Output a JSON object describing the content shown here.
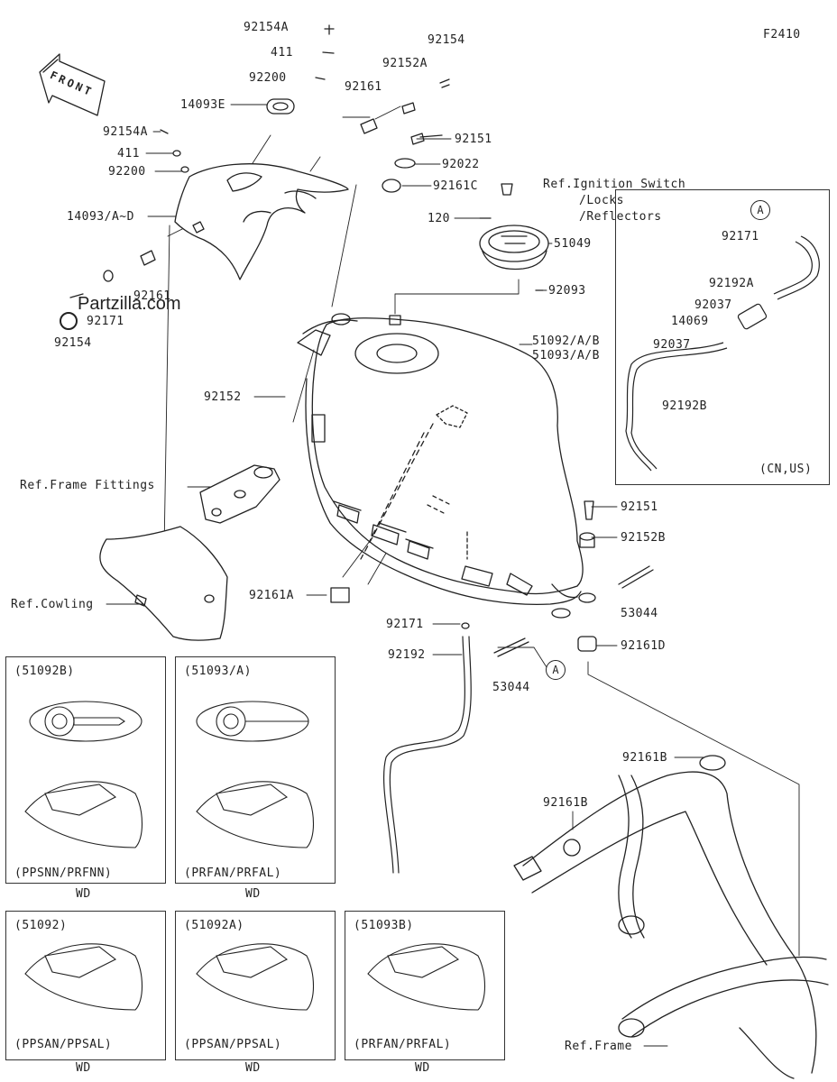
{
  "figure_code": "F2410",
  "front_label": "FRONT",
  "watermark": "Partzilla.com",
  "parts": {
    "p92154A_top": "92154A",
    "p411_top": "411",
    "p92200_top": "92200",
    "p92154": "92154",
    "p92152A": "92152A",
    "p92161_top": "92161",
    "p14093E": "14093E",
    "p92154A_left": "92154A",
    "p411_left": "411",
    "p92200_left": "92200",
    "p14093AD": "14093/A~D",
    "p92161_left": "92161",
    "p92171_left": "92171",
    "p92154_left": "92154",
    "p92151_top": "92151",
    "p92022": "92022",
    "p92161C": "92161C",
    "ref_ignition_1": "Ref.Ignition Switch",
    "ref_ignition_2": "/Locks",
    "ref_ignition_3": "/Reflectors",
    "p120": "120",
    "p51049": "51049",
    "p92093": "92093",
    "p51092AB": "51092/A/B",
    "p51093AB": "51093/A/B",
    "p92152": "92152",
    "ref_frame_fittings": "Ref.Frame Fittings",
    "ref_cowling": "Ref.Cowling",
    "p92161A": "92161A",
    "p92151_mid": "92151",
    "p92152B": "92152B",
    "p53044_right": "53044",
    "p92161D": "92161D",
    "p92171_mid": "92171",
    "p92192": "92192",
    "p53044_mid": "53044",
    "circle_A": "A",
    "p92161B_right": "92161B",
    "p92161B_left": "92161B",
    "ref_frame": "Ref.Frame"
  },
  "inset_cn_us": {
    "circle": "A",
    "p92171": "92171",
    "p92192A": "92192A",
    "p92037_a": "92037",
    "p14069": "14069",
    "p92037_b": "92037",
    "p92192B": "92192B",
    "region": "(CN,US)"
  },
  "variants": [
    {
      "code": "(51092B)",
      "models": "(PPSNN/PRFNN)",
      "tag": "WD"
    },
    {
      "code": "(51093/A)",
      "models": "(PRFAN/PRFAL)",
      "tag": "WD"
    },
    {
      "code": "(51092)",
      "models": "(PPSAN/PPSAL)",
      "tag": "WD"
    },
    {
      "code": "(51092A)",
      "models": "(PPSAN/PPSAL)",
      "tag": "WD"
    },
    {
      "code": "(51093B)",
      "models": "(PRFAN/PRFAL)",
      "tag": "WD"
    }
  ]
}
